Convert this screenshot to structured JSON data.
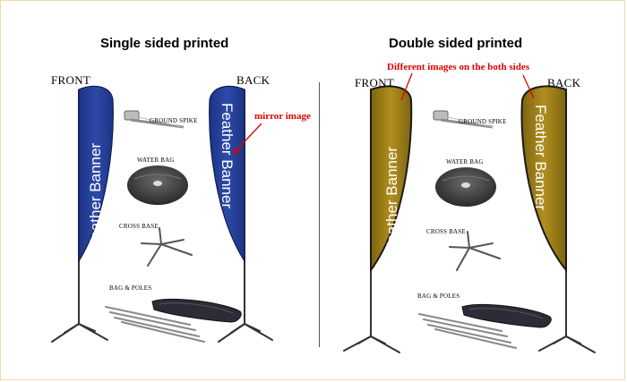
{
  "colors": {
    "single_flag": "#233f9a",
    "double_flag": "#9c7d16",
    "annotation": "#e00000",
    "border": "#f0d9a4"
  },
  "left_panel": {
    "title": "Single sided printed",
    "front_label": "FRONT",
    "back_label": "BACK",
    "flag_text": "Feather Banner",
    "callout": "mirror image",
    "parts": {
      "ground_spike": "GROUND SPIKE",
      "water_bag": "WATER BAG",
      "cross_base": "CROSS BASE",
      "bag_poles": "BAG & POLES"
    }
  },
  "right_panel": {
    "title": "Double sided printed",
    "front_label": "FRONT",
    "back_label": "BACK",
    "flag_text": "Feather Banner",
    "callout": "Different images on the both sides",
    "parts": {
      "ground_spike": "GROUND SPIKE",
      "water_bag": "WATER BAG",
      "cross_base": "CROSS BASE",
      "bag_poles": "BAG & POLES"
    }
  }
}
